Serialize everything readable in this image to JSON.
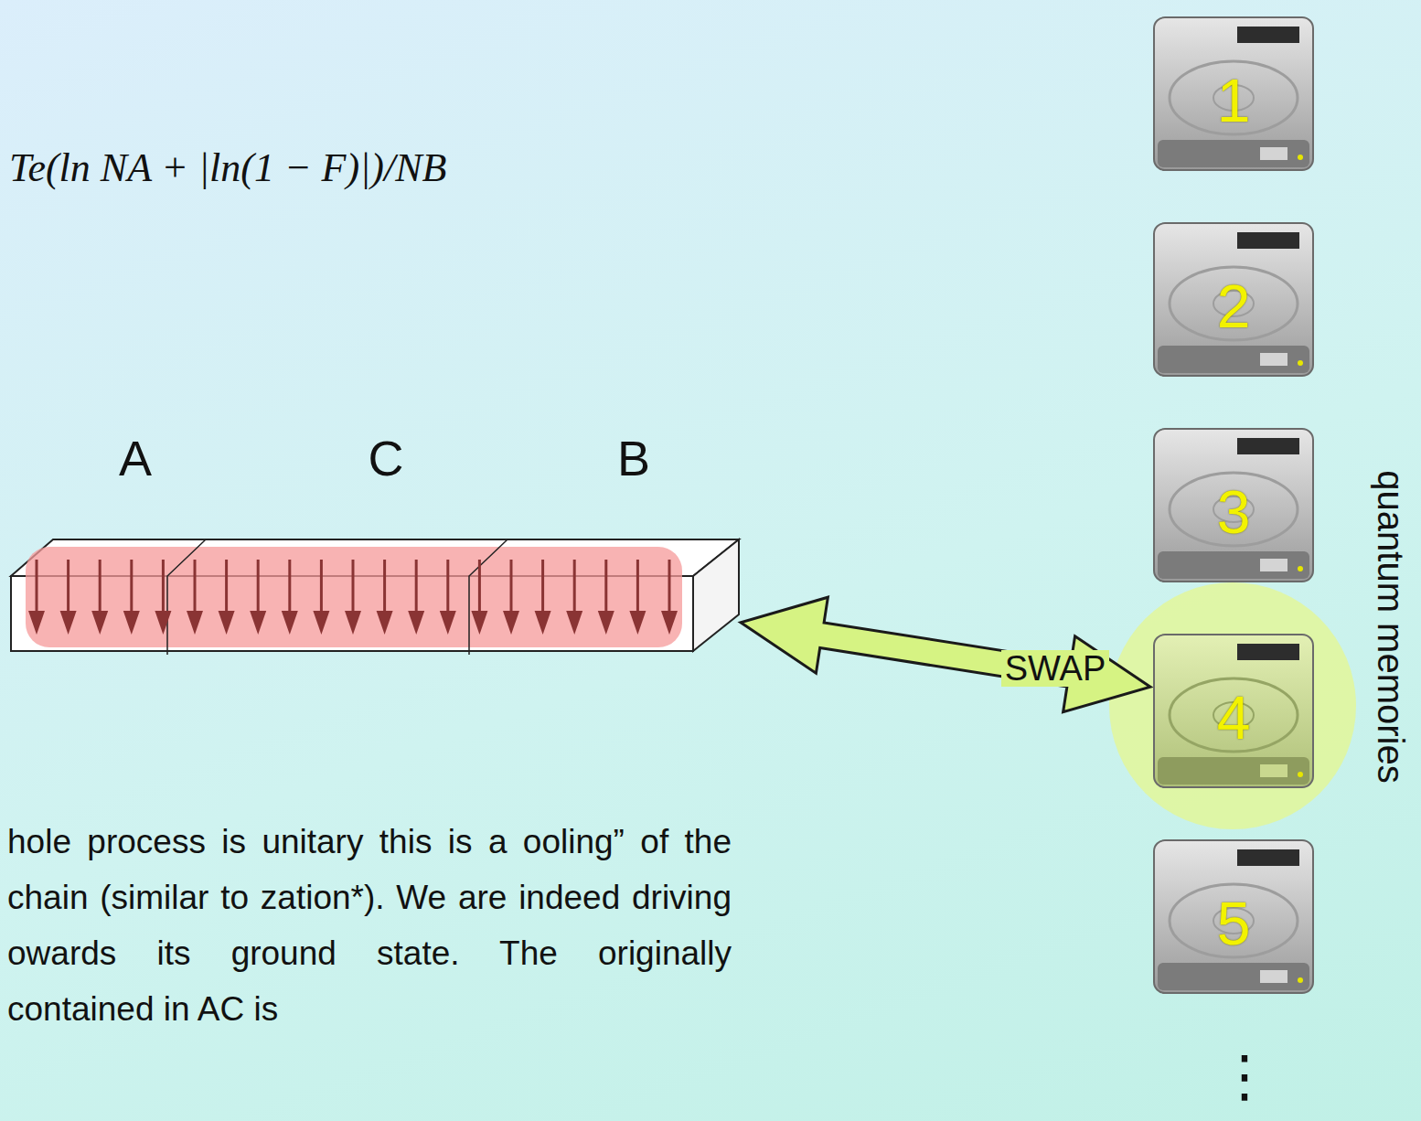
{
  "diagram": {
    "nodes": [
      {
        "text": [
          "A",
          "C",
          "B"
        ]
      },
      {
        "text": [
          "1"
        ]
      },
      {
        "text": [
          "2"
        ]
      },
      {
        "text": [
          "3"
        ]
      },
      {
        "text": [
          "4"
        ]
      },
      {
        "text": [
          "5"
        ]
      }
    ],
    "edges": [
      {
        "from": 0,
        "to": 4,
        "arrow": "both",
        "label": "SWAP"
      }
    ],
    "labels": [
      "Te(ln NA + |ln(1 − F)|)/NB",
      "quantum memories",
      "⋮",
      "hole process is unitary this is a ooling” of the chain (similar to zation*). We are indeed driving owards its ground state. The originally contained in AC is"
    ]
  }
}
